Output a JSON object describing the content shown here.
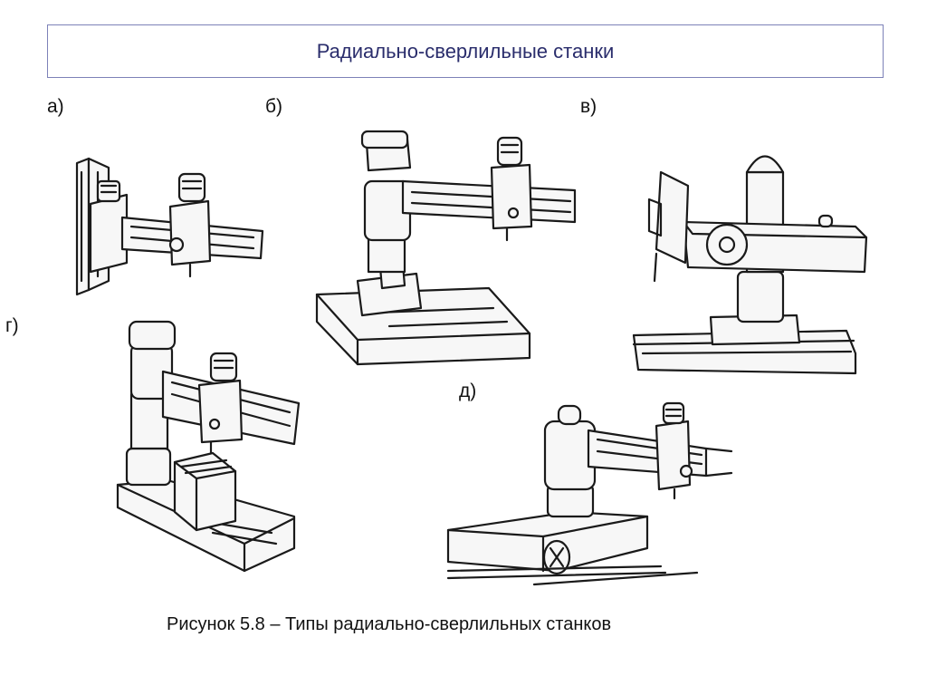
{
  "slide": {
    "title": "Радиально-сверлильные станки",
    "caption": "Рисунок 5.8 – Типы радиально-сверлильных станков"
  },
  "figures": {
    "a": {
      "label": "а)"
    },
    "b": {
      "label": "б)"
    },
    "v": {
      "label": "в)"
    },
    "g": {
      "label": "г)"
    },
    "d": {
      "label": "д)"
    }
  }
}
